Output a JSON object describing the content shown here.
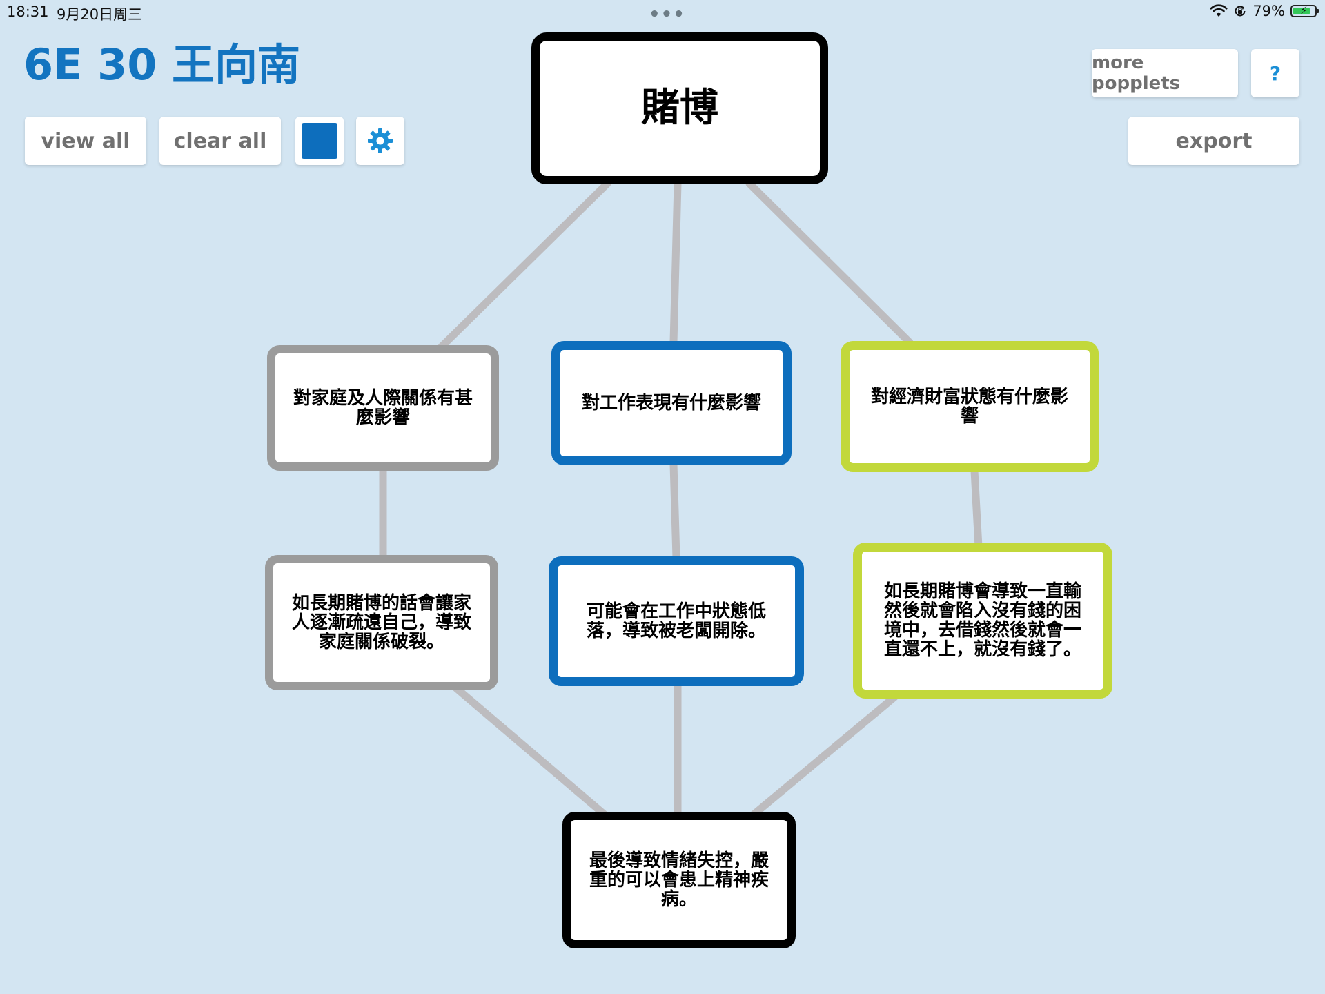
{
  "status_bar": {
    "time": "18:31",
    "date": "9月20日周三",
    "more_dots": "•••",
    "battery_percent": "79%",
    "battery_level": 0.79,
    "icons": [
      "wifi-icon",
      "orientation-lock-icon",
      "battery-icon"
    ]
  },
  "header": {
    "title": "6E 30 王向南",
    "view_all_label": "view all",
    "clear_all_label": "clear all",
    "selected_color": "#0d6ebd",
    "settings_icon": "gear-icon",
    "more_popplets_label": "more popplets",
    "help_label": "?",
    "export_label": "export"
  },
  "colors": {
    "background": "#d3e5f2",
    "title_blue": "#1374c0",
    "connector": "#bdbcbf",
    "border_black": "#000000",
    "border_gray": "#9b9b9b",
    "border_blue": "#0d6ebd",
    "border_green": "#c2d83b"
  },
  "popples": {
    "root": {
      "text": "賭博"
    },
    "family": {
      "text": "對家庭及人際關係有甚麼影響"
    },
    "work": {
      "text": "對工作表現有什麼影響"
    },
    "finance": {
      "text": "對經濟財富狀態有什麼影響"
    },
    "family_detail": {
      "text": "如長期賭博的話會讓家人逐漸疏遠自己，導致家庭關係破裂。"
    },
    "work_detail": {
      "text": "可能會在工作中狀態低落，導致被老闆開除。"
    },
    "finance_detail": {
      "text": "如長期賭博會導致一直輸然後就會陷入沒有錢的困境中，去借錢然後就會一直還不上，就沒有錢了。"
    },
    "conclusion": {
      "text": "最後導致情緒失控，嚴重的可以會患上精神疾病。"
    }
  }
}
